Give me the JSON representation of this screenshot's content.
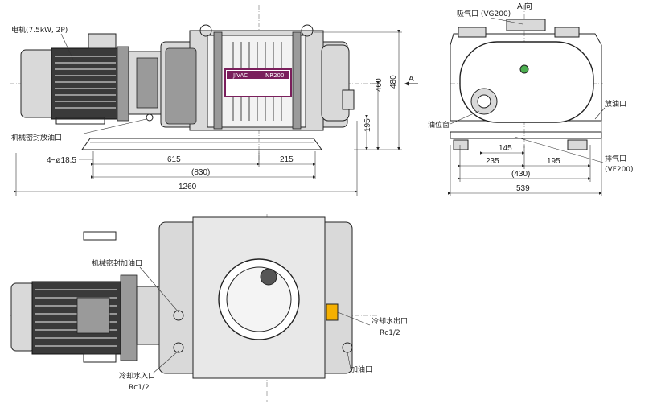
{
  "labels": {
    "motor": "电机(7.5kW, 2P)",
    "seal_drain": "机械密封放油口",
    "seal_fill": "机械密封加油口",
    "inlet": "吸气口 (VG200)",
    "direction": "A 向",
    "oil_sight": "油位窗",
    "oil_drain": "放油口",
    "exhaust": "排气口",
    "exhaust_spec": "(VF200)",
    "cool_out": "冷却水出口",
    "cool_out_spec": "Rc1/2",
    "cool_in": "冷却水入口",
    "cool_in_spec": "Rc1/2",
    "oil_fill": "加油口",
    "arrow_a": "A",
    "brand": "JIVAC",
    "model": "NR200"
  },
  "dimensions": {
    "holes": "4−ø18.5",
    "d615": "615",
    "d215": "215",
    "d830": "(830)",
    "d1260": "1260",
    "d460": "460",
    "d480": "480",
    "d195v": "195",
    "d145": "145",
    "d235": "235",
    "d195h": "195",
    "d430": "(430)",
    "d539": "539"
  }
}
